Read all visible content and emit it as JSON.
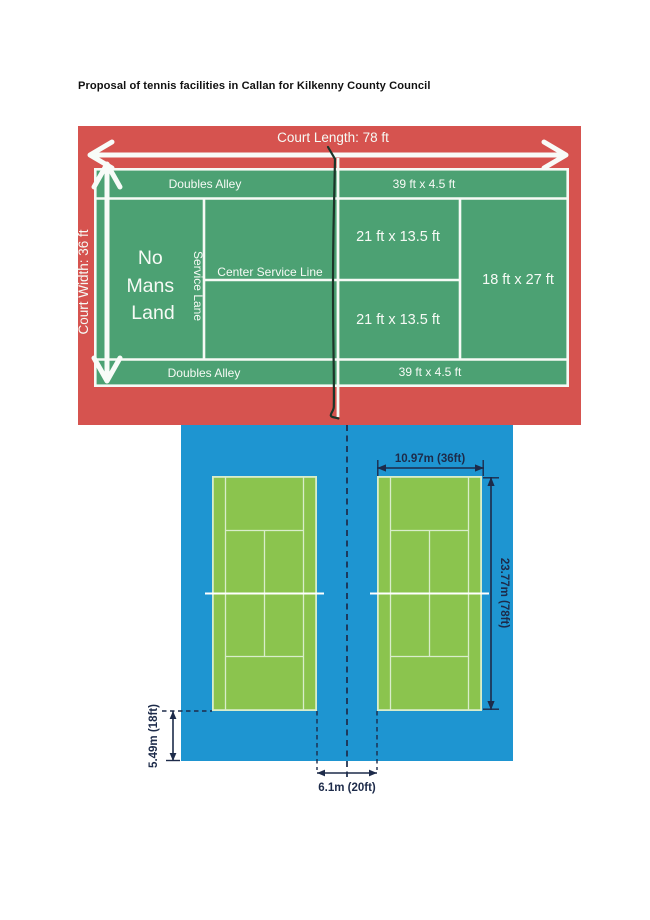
{
  "page": {
    "title": "Proposal of tennis facilities in Callan for Kilkenny County Council"
  },
  "court_top_view": {
    "length_label": "Court Length: 78 ft",
    "width_label": "Court Width: 36 ft",
    "doubles_alley_top": "Doubles Alley",
    "alley_dims_top": "39 ft x 4.5 ft",
    "no_mans_land": [
      "No",
      "Mans",
      "Land"
    ],
    "service_lane": "Service Lane",
    "center_service_line": "Center Service Line",
    "service_box_top": "21 ft x 13.5 ft",
    "service_box_bottom": "21 ft x 13.5 ft",
    "backcourt": "18 ft x 27 ft",
    "doubles_alley_bottom": "Doubles Alley",
    "alley_dims_bottom": "39 ft x 4.5 ft",
    "colors": {
      "surround": "#d6534f",
      "court": "#4ca173",
      "lines": "#f6faf5",
      "net": "#1c3529"
    }
  },
  "site_plan": {
    "court_width_label": "10.97m (36ft)",
    "court_length_label": "23.77m (78ft)",
    "margin_label": "5.49m (18ft)",
    "gap_label": "6.1m (20ft)",
    "colors": {
      "apron": "#1e95d1",
      "court": "#8bc44e",
      "court_lines": "#d9edca",
      "net_line": "#ffffff",
      "annotation": "#1d2b4a"
    }
  }
}
